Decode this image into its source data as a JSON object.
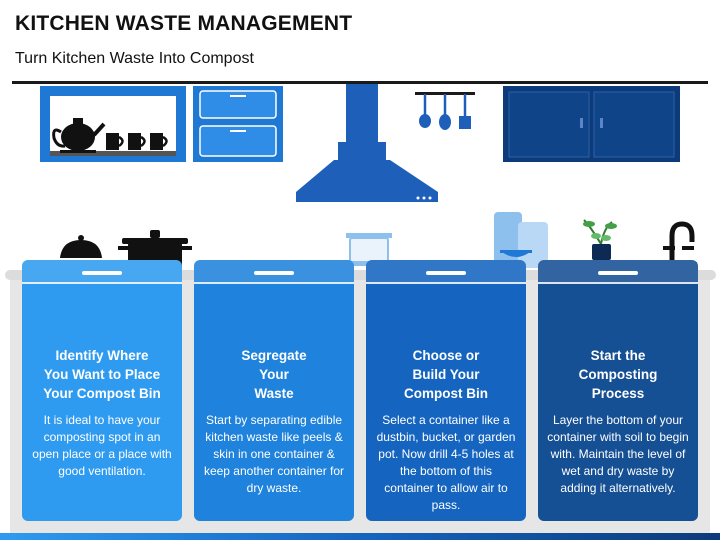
{
  "title": "KITCHEN WASTE MANAGEMENT",
  "subtitle": "Turn Kitchen Waste Into Compost",
  "colors": {
    "card1": "#2f9bf0",
    "card2": "#1f82dc",
    "card3": "#1565c0",
    "card4": "#154f94",
    "cabinet": "#1f78d4",
    "hood": "#1e5fba",
    "dark_cabinet": "#0d3b7a",
    "ink": "#111111"
  },
  "icons": [
    "teapot-icon",
    "cup-icon",
    "utensil-icon",
    "cake-stand-icon",
    "cooking-pot-icon",
    "saucepan-icon",
    "cutting-board-icon",
    "potted-plant-icon",
    "faucet-icon"
  ],
  "steps": [
    {
      "heading": "Identify Where\nYou Want to Place\nYour Compost Bin",
      "text": "It is ideal to have your composting spot in an open place or a place with good ventilation."
    },
    {
      "heading": "Segregate\nYour\nWaste",
      "text": "Start by separating edible kitchen waste like peels & skin in one container & keep another container for dry waste."
    },
    {
      "heading": "Choose or\nBuild Your\nCompost Bin",
      "text": "Select a container like a dustbin, bucket, or garden pot. Now drill 4-5 holes at the bottom of this container to allow air to pass."
    },
    {
      "heading": "Start the\nComposting\nProcess",
      "text": "Layer the bottom of your container with soil to begin with. Maintain the level of wet and dry waste by adding it alternatively."
    }
  ]
}
